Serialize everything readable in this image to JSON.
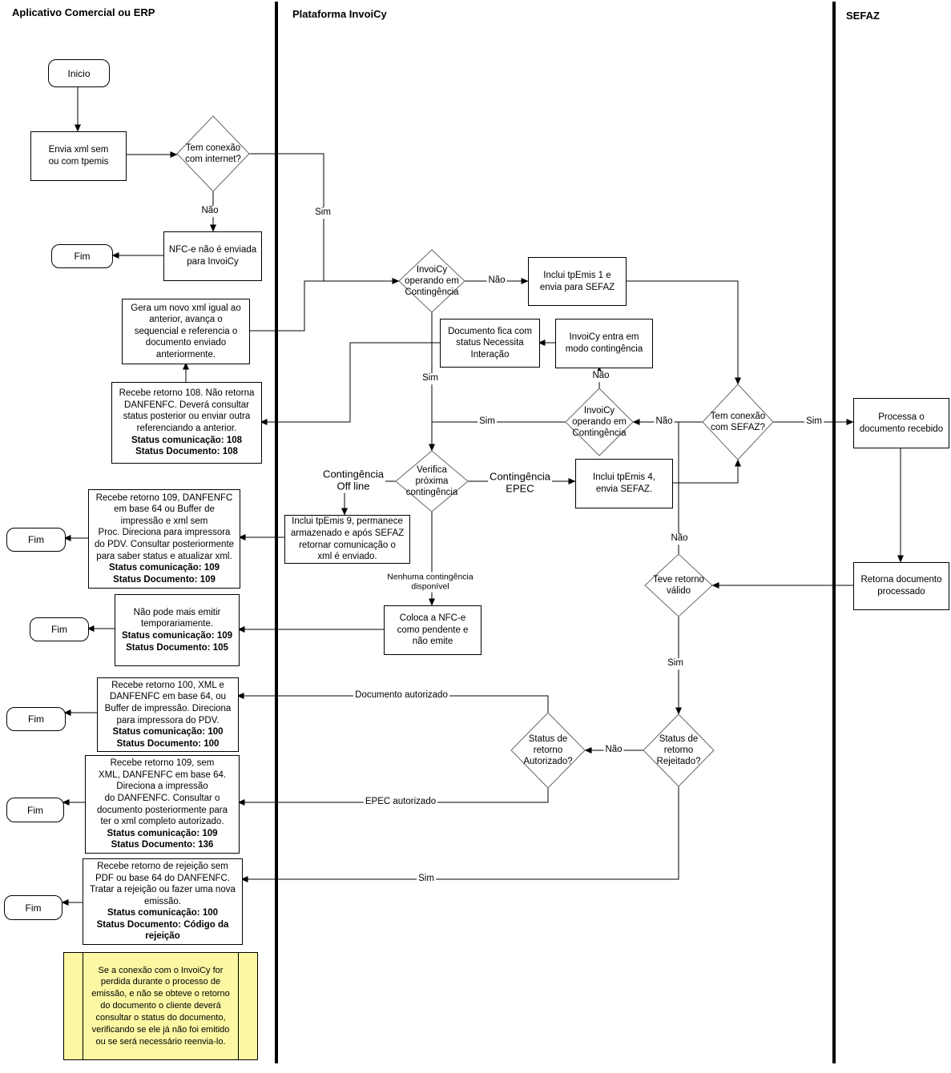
{
  "lanes": {
    "erp": "Aplicativo Comercial ou ERP",
    "invoicy": "Plataforma InvoiCy",
    "sefaz": "SEFAZ"
  },
  "terminators": {
    "inicio": "Inicio",
    "fim": "Fim"
  },
  "nodes": {
    "envia_xml": "Envia xml sem\nou com tpemis",
    "nfce_nao_enviada": "NFC-e não é enviada\npara InvoiCy",
    "gera_novo_xml": "Gera um novo xml igual ao\nanterior, avança o\nsequencial e referencia o\ndocumento enviado\nanteriormente.",
    "retorno_108": {
      "body": "Recebe retorno 108. Não retorna\nDANFENFC. Deverá consultar\nstatus posterior ou enviar outra\nreferenciando a anterior.",
      "status": "Status comunicação: 108\nStatus Documento: 108"
    },
    "retorno_109": {
      "body": "Recebe retorno 109, DANFENFC\nem base 64 ou Buffer de\nimpressão e xml sem\nProc. Direciona para impressora\ndo PDV. Consultar posteriormente\npara saber status e atualizar xml.",
      "status": "Status comunicação: 109\nStatus Documento: 109"
    },
    "nao_pode_emitir": {
      "body": "Não pode mais emitir\ntemporariamente.",
      "status": "Status comunicação: 109\nStatus Documento: 105"
    },
    "retorno_100": {
      "body": "Recebe retorno 100, XML e\nDANFENFC em base 64, ou\nBuffer de impressão. Direciona\npara impressora do PDV.",
      "status": "Status comunicação: 100\nStatus Documento: 100"
    },
    "retorno_136": {
      "body": "Recebe retorno 109, sem\nXML, DANFENFC em base 64.\nDireciona a impressão\ndo DANFENFC. Consultar o\ndocumento posteriormente para\nter o xml completo autorizado.",
      "status": "Status comunicação: 109\nStatus Documento: 136"
    },
    "retorno_rejeicao": {
      "body": "Recebe retorno de rejeição sem\nPDF ou base 64 do DANFENFC.\nTratar a rejeição ou fazer uma nova\nemissão.",
      "status": "Status comunicação: 100\nStatus Documento: Código da\nrejeição"
    },
    "tpemis1": "Inclui tpEmis 1 e\nenvia para SEFAZ",
    "doc_necessita": "Documento fica com\nstatus Necessita\nInteração",
    "entra_contingencia": "InvoiCy entra em\nmodo contingência",
    "tpemis4": "Inclui tpEmis 4,\nenvia SEFAZ.",
    "tpemis9": "Inclui tpEmis 9, permanece\narmazenado e após SEFAZ\nretornar comunicação o\nxml é enviado.",
    "coloca_pendente": "Coloca a NFC-e\ncomo pendente e\nnão emite",
    "processa": "Processa o\ndocumento recebido",
    "retorna": "Retorna documento\nprocessado"
  },
  "decisions": {
    "tem_internet": "Tem conexão\ncom internet?",
    "operando_contingencia": "InvoiCy\noperando em\nContingência",
    "tem_conexao_sefaz": "Tem conexão\ncom SEFAZ?",
    "verifica_proxima": "Verifica\npróxima\ncontingência",
    "teve_retorno": "Teve retorno\nválido",
    "retorno_rejeitado": "Status de\nretorno\nRejeitado?",
    "retorno_autorizado": "Status de\nretorno\nAutorizado?"
  },
  "edge_labels": {
    "sim": "Sim",
    "nao": "Não",
    "contingencia_offline": "Contingência\nOff line",
    "contingencia_epec": "Contingência\nEPEC",
    "nenhuma_contingencia": "Nenhuma contingência\ndisponível",
    "documento_autorizado": "Documento autorizado",
    "epec_autorizado": "EPEC autorizado"
  },
  "note": {
    "text": "Se a conexão com o InvoiCy for\nperdida durante o processo de\nemissão, e não se obteve o retorno\ndo documento o cliente deverá\nconsultar o status do documento,\nverificando se ele já não foi emitido\nou se será necessário reenvia-lo.",
    "fill": "#FBF7A3"
  },
  "colors": {
    "line": "#000000",
    "diamond_stroke": "#666666",
    "divider": "#000000"
  }
}
